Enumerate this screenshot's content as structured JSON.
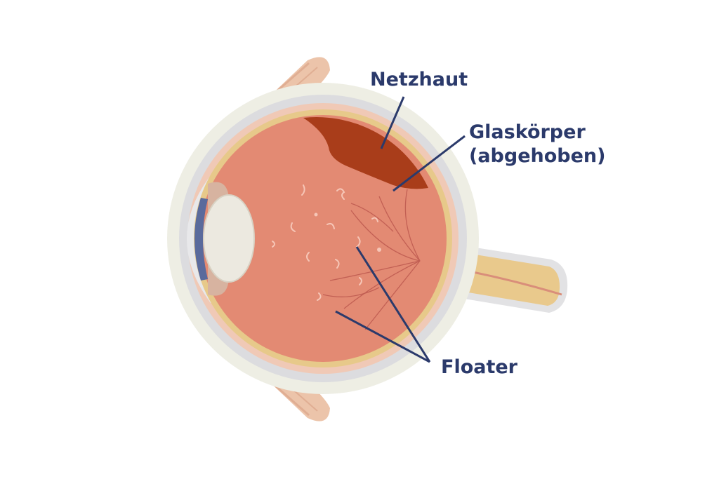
{
  "labels": {
    "netzhaut": "Netzhaut",
    "glaskoerper_line1": "Glaskörper",
    "glaskoerper_line2": "(abgehoben)",
    "floater": "Floater"
  },
  "colors": {
    "label_text": "#2b3a6b",
    "leader_line": "#2b3a6b",
    "vitreous": "#e38a73",
    "detached_area": "#a93d1a",
    "sclera_outer": "#eeeee4",
    "sclera_inner": "#dcdcdf",
    "retina_band": "#e7c98a",
    "optic_nerve": "#e9c98c",
    "muscle": "#ecc4aa",
    "lens": "#ece9e0",
    "iris": "#5a6a9c"
  }
}
